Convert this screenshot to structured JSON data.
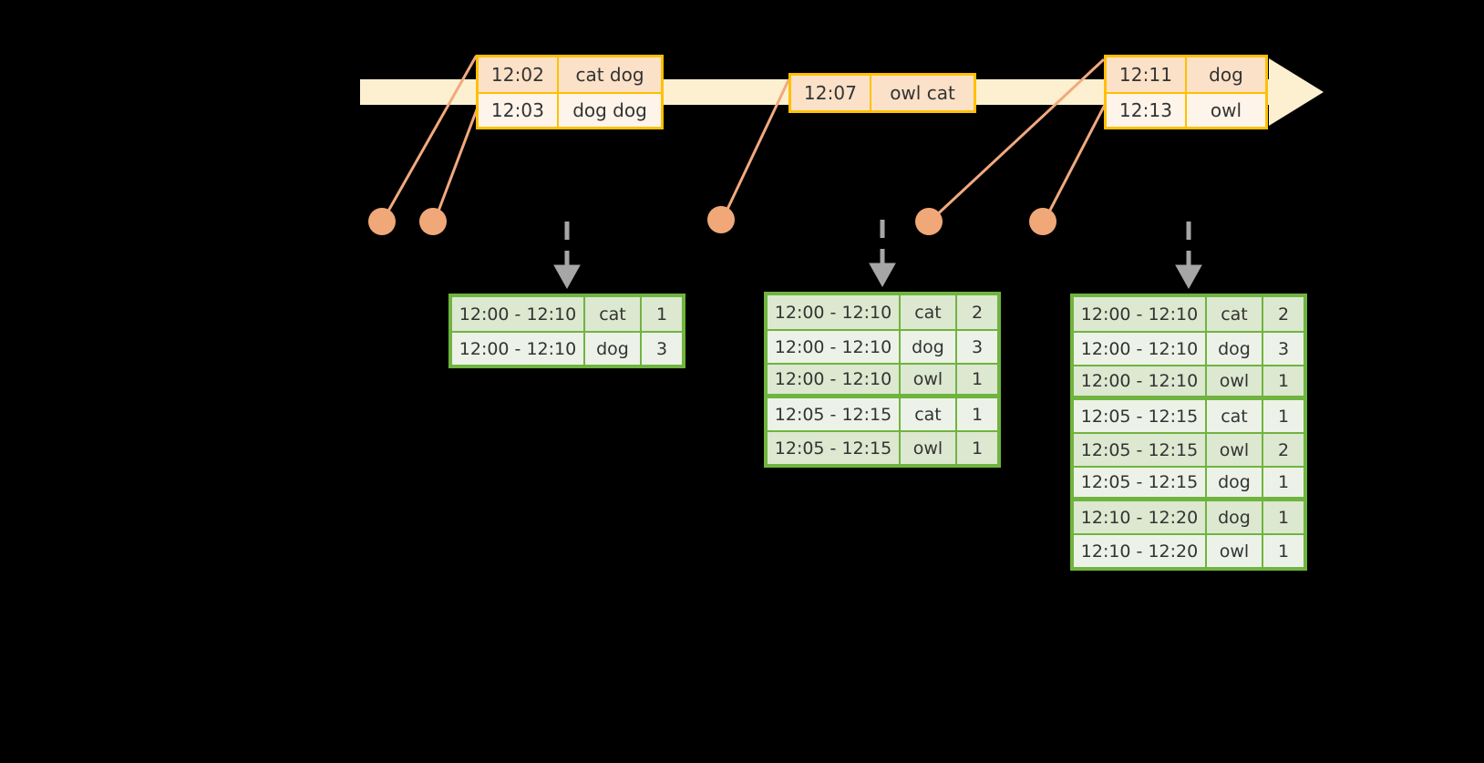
{
  "timeline": {
    "color_fill": "#FDF0D0",
    "arrowhead": "timeline-arrowhead"
  },
  "connector": {
    "color": "#F2A97E",
    "dot_color": "#F0A878"
  },
  "events": [
    {
      "id": "event-group-1",
      "rows": [
        {
          "time": "12:02",
          "words": "cat dog"
        },
        {
          "time": "12:03",
          "words": "dog dog"
        }
      ]
    },
    {
      "id": "event-group-2",
      "rows": [
        {
          "time": "12:07",
          "words": "owl cat"
        }
      ]
    },
    {
      "id": "event-group-3",
      "rows": [
        {
          "time": "12:11",
          "words": "dog"
        },
        {
          "time": "12:13",
          "words": "owl"
        }
      ]
    }
  ],
  "results": [
    {
      "id": "result-table-1",
      "rows": [
        {
          "window": "12:00 - 12:10",
          "word": "cat",
          "count": "1"
        },
        {
          "window": "12:00 - 12:10",
          "word": "dog",
          "count": "3"
        }
      ]
    },
    {
      "id": "result-table-2",
      "rows": [
        {
          "window": "12:00 - 12:10",
          "word": "cat",
          "count": "2"
        },
        {
          "window": "12:00 - 12:10",
          "word": "dog",
          "count": "3"
        },
        {
          "window": "12:00 - 12:10",
          "word": "owl",
          "count": "1"
        },
        {
          "window": "12:05 - 12:15",
          "word": "cat",
          "count": "1"
        },
        {
          "window": "12:05 - 12:15",
          "word": "owl",
          "count": "1"
        }
      ]
    },
    {
      "id": "result-table-3",
      "rows": [
        {
          "window": "12:00 - 12:10",
          "word": "cat",
          "count": "2"
        },
        {
          "window": "12:00 - 12:10",
          "word": "dog",
          "count": "3"
        },
        {
          "window": "12:00 - 12:10",
          "word": "owl",
          "count": "1"
        },
        {
          "window": "12:05 - 12:15",
          "word": "cat",
          "count": "1"
        },
        {
          "window": "12:05 - 12:15",
          "word": "owl",
          "count": "2"
        },
        {
          "window": "12:05 - 12:15",
          "word": "dog",
          "count": "1"
        },
        {
          "window": "12:10 - 12:20",
          "word": "dog",
          "count": "1"
        },
        {
          "window": "12:10 - 12:20",
          "word": "owl",
          "count": "1"
        }
      ]
    }
  ]
}
